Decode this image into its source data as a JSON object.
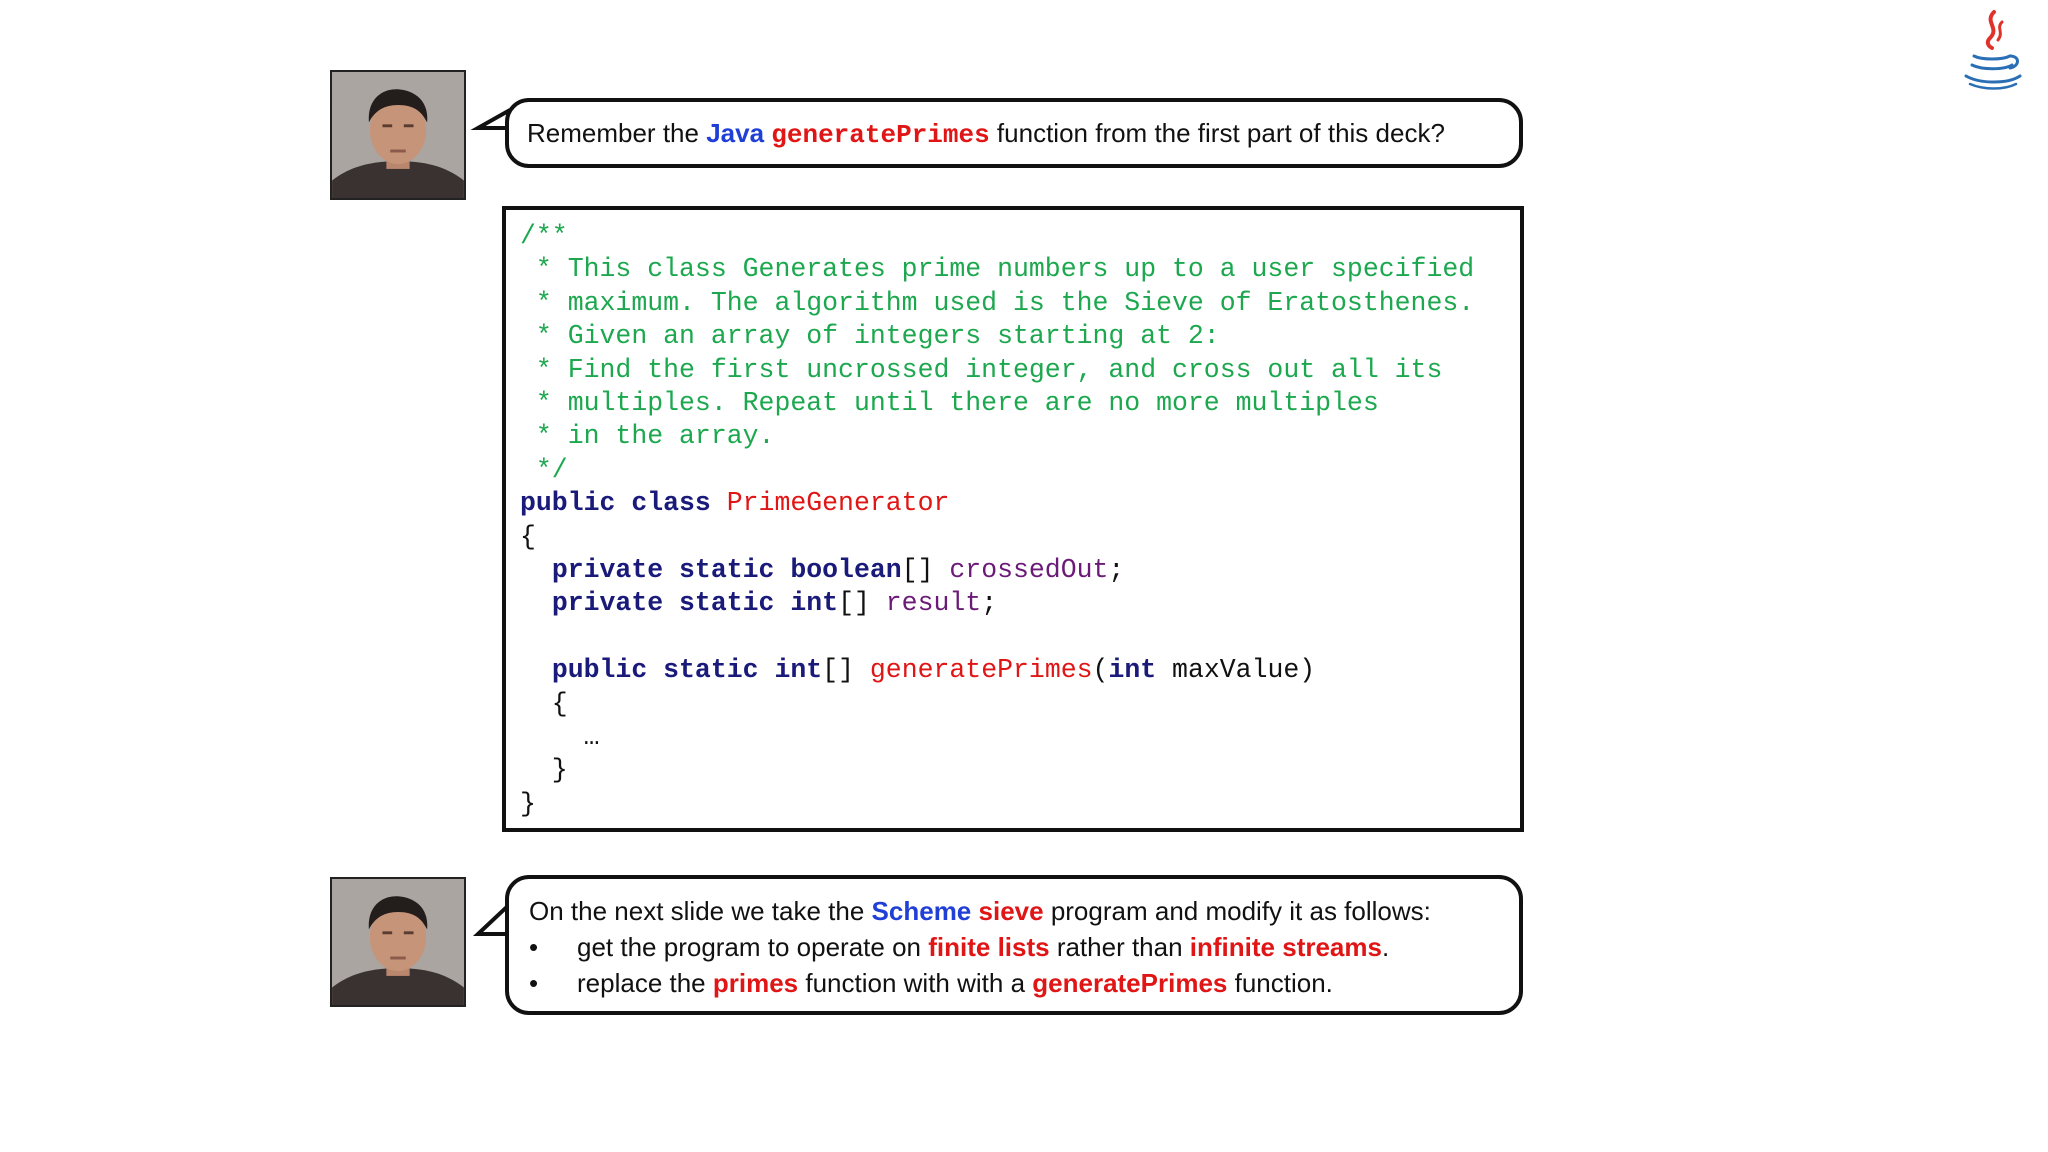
{
  "bubble1": {
    "t1": "Remember the ",
    "java": "Java",
    "sp": " ",
    "fn": "generatePrimes",
    "t2": " function from the first part of this deck?"
  },
  "code": {
    "lines": [
      [
        {
          "t": "/**",
          "c": "com"
        }
      ],
      [
        {
          "t": " * This class Generates prime numbers up to a user specified",
          "c": "com"
        }
      ],
      [
        {
          "t": " * maximum. The algorithm used is the Sieve of Eratosthenes.",
          "c": "com"
        }
      ],
      [
        {
          "t": " * Given an array of integers starting at 2:",
          "c": "com"
        }
      ],
      [
        {
          "t": " * Find the first uncrossed integer, and cross out all its",
          "c": "com"
        }
      ],
      [
        {
          "t": " * multiples. Repeat until there are no more multiples",
          "c": "com"
        }
      ],
      [
        {
          "t": " * in the array.",
          "c": "com"
        }
      ],
      [
        {
          "t": " */",
          "c": "com"
        }
      ],
      [
        {
          "t": "public class ",
          "c": "kw"
        },
        {
          "t": "PrimeGenerator",
          "c": "red"
        }
      ],
      [
        {
          "t": "{",
          "c": ""
        }
      ],
      [
        {
          "t": "  ",
          "c": ""
        },
        {
          "t": "private static boolean",
          "c": "kw"
        },
        {
          "t": "[] ",
          "c": ""
        },
        {
          "t": "crossedOut",
          "c": "var"
        },
        {
          "t": ";",
          "c": ""
        }
      ],
      [
        {
          "t": "  ",
          "c": ""
        },
        {
          "t": "private static int",
          "c": "kw"
        },
        {
          "t": "[] ",
          "c": ""
        },
        {
          "t": "result",
          "c": "var"
        },
        {
          "t": ";",
          "c": ""
        }
      ],
      [
        {
          "t": "",
          "c": ""
        }
      ],
      [
        {
          "t": "  ",
          "c": ""
        },
        {
          "t": "public static int",
          "c": "kw"
        },
        {
          "t": "[] ",
          "c": ""
        },
        {
          "t": "generatePrimes",
          "c": "red"
        },
        {
          "t": "(",
          "c": ""
        },
        {
          "t": "int",
          "c": "kw"
        },
        {
          "t": " maxValue)",
          "c": ""
        }
      ],
      [
        {
          "t": "  {",
          "c": ""
        }
      ],
      [
        {
          "t": "    …",
          "c": ""
        }
      ],
      [
        {
          "t": "  }",
          "c": ""
        }
      ],
      [
        {
          "t": "}",
          "c": ""
        }
      ]
    ]
  },
  "bubble3": {
    "l1": {
      "t1": "On the next slide we take the ",
      "scheme": "Scheme",
      "sp": " ",
      "sieve": "sieve",
      "t2": " program and modify it as follows:"
    },
    "b1": {
      "bullet": "•",
      "t1": "get the program to operate on ",
      "finite": "finite lists",
      "t2": " rather than ",
      "infinite": "infinite streams",
      "t3": "."
    },
    "b2": {
      "bullet": "•",
      "t1": "replace the ",
      "primes": "primes",
      "t2": " function with with a ",
      "gp": "generatePrimes",
      "t3": " function."
    }
  },
  "colors": {
    "blue": "#1f3fd6",
    "red": "#e01515",
    "comment_green": "#1da84f",
    "keyword_navy": "#1a1a7a",
    "variable_purple": "#6b1b77"
  },
  "icons": {
    "logo": "java-coffee-cup-icon",
    "avatar": "presenter-photo"
  }
}
